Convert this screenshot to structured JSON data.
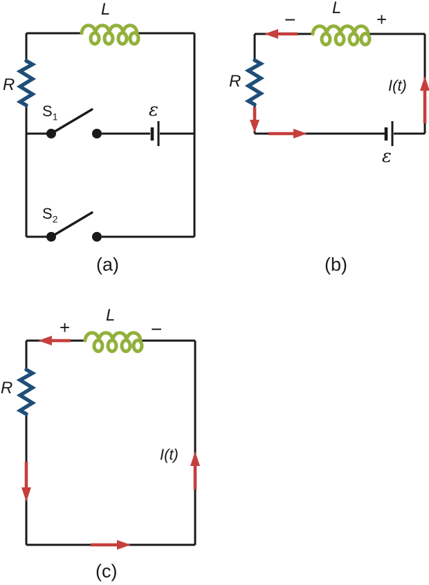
{
  "colors": {
    "wire": "#1a1a1a",
    "blue": "#1f4e79",
    "green": "#92b13c",
    "red": "#c5403d"
  },
  "panels": {
    "a": {
      "caption": "(a)",
      "resistor_label": "R",
      "inductor_label": "L",
      "emf_label": "ε",
      "switch1": {
        "base": "S",
        "sub": "1"
      },
      "switch2": {
        "base": "S",
        "sub": "2"
      }
    },
    "b": {
      "caption": "(b)",
      "resistor_label": "R",
      "inductor_label": "L",
      "emf_label": "ε",
      "current_label": "I(t)",
      "inductor_minus": "−",
      "inductor_plus": "+"
    },
    "c": {
      "caption": "(c)",
      "resistor_label": "R",
      "inductor_label": "L",
      "current_label": "I(t)",
      "inductor_plus": "+",
      "inductor_minus": "−"
    }
  }
}
